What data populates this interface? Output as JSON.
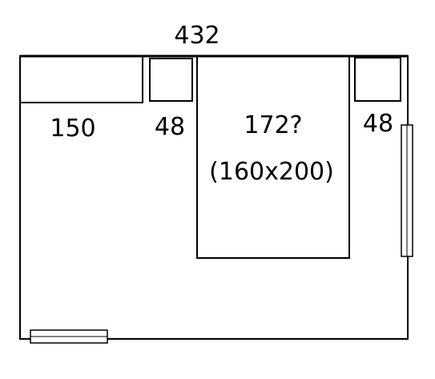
{
  "room": {
    "width_label": "432"
  },
  "furniture": {
    "wardrobe": {
      "label": "150"
    },
    "nightstand_left": {
      "label": "48"
    },
    "bed": {
      "label": "172?",
      "sublabel": "(160x200)"
    },
    "nightstand_right": {
      "label": "48"
    }
  }
}
